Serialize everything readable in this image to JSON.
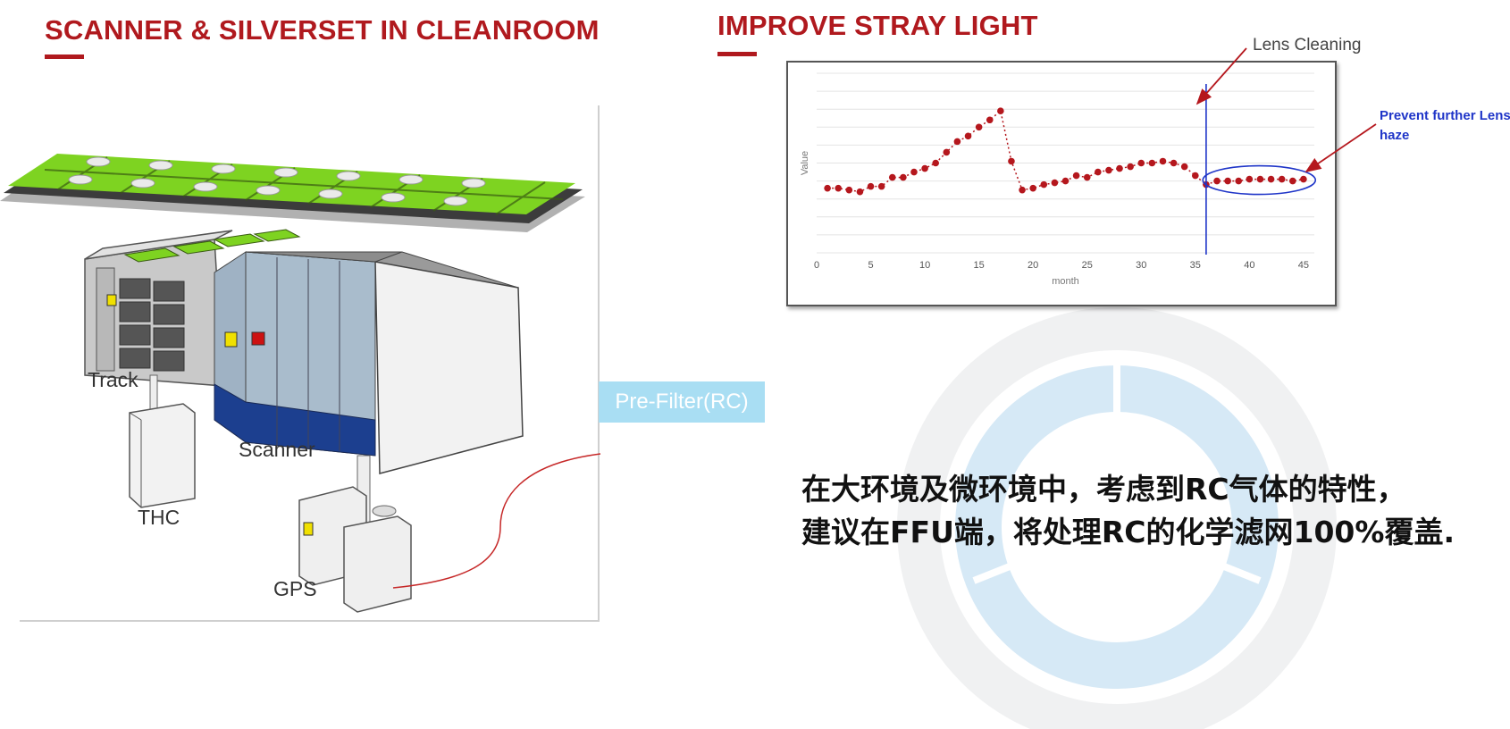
{
  "left": {
    "title": "SCANNER & SILVERSET IN CLEANROOM",
    "labels": {
      "track": "Track",
      "scanner": "Scanner",
      "thc": "THC",
      "gps": "GPS"
    },
    "prefilter_label": "Pre-Filter(RC)"
  },
  "right": {
    "title": "IMPROVE STRAY LIGHT",
    "callout_lens_cleaning": "Lens Cleaning",
    "note_line1": "Prevent further Lens",
    "note_line2": "haze",
    "cn_line1": "在大环境及微环境中，考虑到RC气体的特性，",
    "cn_line2": "建议在FFU端，将处理RC的化学滤网100%覆盖."
  },
  "colors": {
    "title_red": "#b0191e",
    "accent_blue": "#1f35c8",
    "data_red": "#b5171d",
    "prefilter_bg": "#a9def3"
  },
  "chart_data": {
    "type": "scatter",
    "xlabel": "month",
    "ylabel": "Value",
    "xlim": [
      0,
      46
    ],
    "ylim": [
      0,
      10
    ],
    "x_ticks": [
      0,
      5,
      10,
      15,
      20,
      25,
      30,
      35,
      40,
      45
    ],
    "grid": true,
    "vline_x": 36,
    "series": [
      {
        "x": [
          1,
          2,
          3,
          4,
          5,
          6,
          7,
          8,
          9,
          10,
          11,
          12,
          13,
          14,
          15,
          16,
          17,
          18,
          19,
          20,
          21,
          22,
          23,
          24,
          25,
          26,
          27,
          28,
          29,
          30,
          31,
          32,
          33,
          34,
          35,
          36,
          37,
          38,
          39,
          40,
          41,
          42,
          43,
          44,
          45
        ],
        "y": [
          3.6,
          3.6,
          3.5,
          3.4,
          3.7,
          3.7,
          4.2,
          4.2,
          4.5,
          4.7,
          5.0,
          5.6,
          6.2,
          6.5,
          7.0,
          7.4,
          7.9,
          5.1,
          3.5,
          3.6,
          3.8,
          3.9,
          4.0,
          4.3,
          4.2,
          4.5,
          4.6,
          4.7,
          4.8,
          5.0,
          5.0,
          5.1,
          5.0,
          4.8,
          4.3,
          3.8,
          4.0,
          4.0,
          4.0,
          4.1,
          4.1,
          4.1,
          4.1,
          4.0,
          4.1
        ]
      }
    ]
  }
}
